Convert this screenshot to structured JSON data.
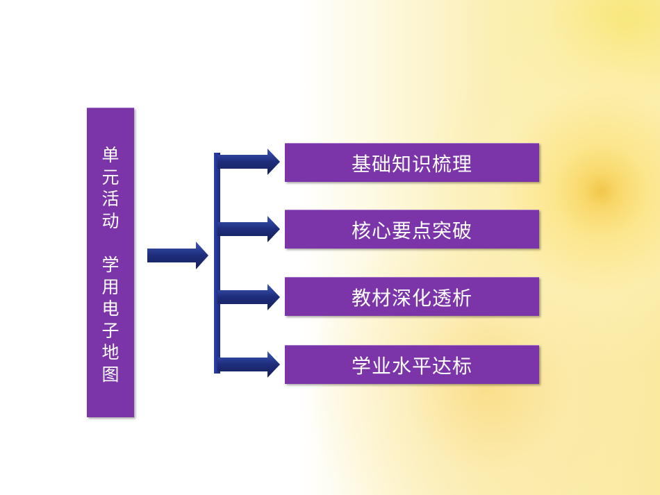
{
  "left_panel": {
    "lines": [
      "单",
      "元",
      "活",
      "动",
      "学",
      "用",
      "电",
      "子",
      "地",
      "图"
    ],
    "title": "单元活动 学用电子地图"
  },
  "branches": [
    {
      "label": "基础知识梳理"
    },
    {
      "label": "核心要点突破"
    },
    {
      "label": "教材深化透析"
    },
    {
      "label": "学业水平达标"
    }
  ],
  "colors": {
    "box": "#7b35a8",
    "arrow": "#1e2d7a",
    "accent": "#f2c64a"
  }
}
